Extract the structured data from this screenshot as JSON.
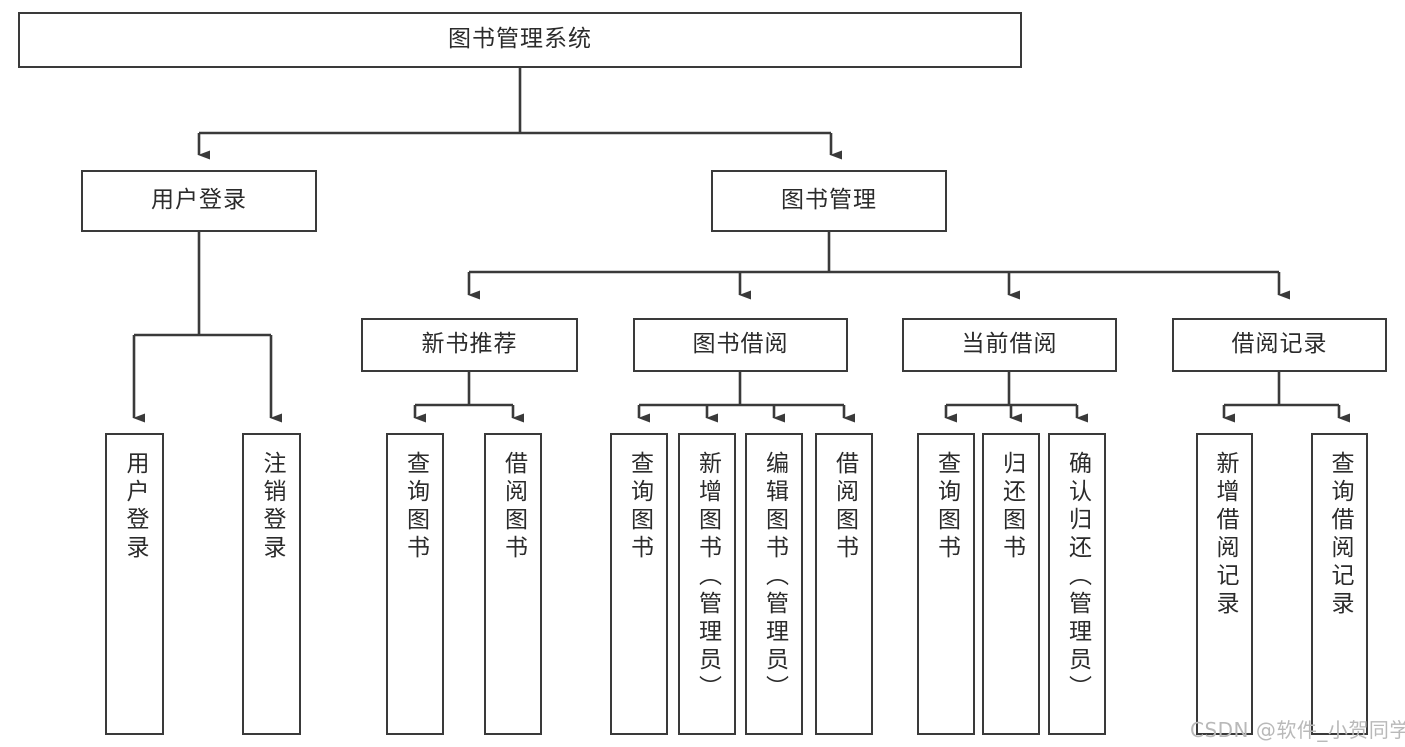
{
  "diagram": {
    "type": "tree-hierarchy",
    "title": "图书管理系统",
    "root": {
      "label": "图书管理系统"
    },
    "level2": [
      {
        "label": "用户登录"
      },
      {
        "label": "图书管理"
      }
    ],
    "level3": [
      {
        "label": "新书推荐"
      },
      {
        "label": "图书借阅"
      },
      {
        "label": "当前借阅"
      },
      {
        "label": "借阅记录"
      }
    ],
    "leaves": {
      "user_login": [
        "用户登录",
        "注销登录"
      ],
      "new_book_recommend": [
        "查询图书",
        "借阅图书"
      ],
      "book_borrow": [
        "查询图书",
        "新增图书（管理员）",
        "编辑图书（管理员）",
        "借阅图书"
      ],
      "current_borrow": [
        "查询图书",
        "归还图书",
        "确认归还（管理员）"
      ],
      "borrow_record": [
        "新增借阅记录",
        "查询借阅记录"
      ]
    },
    "colors": {
      "stroke": "#3a3a3a",
      "text": "#2b2b2b",
      "background": "#ffffff",
      "watermark": "#b9b9b9"
    }
  },
  "watermark": {
    "text": "CSDN @软件_小贺同学"
  }
}
